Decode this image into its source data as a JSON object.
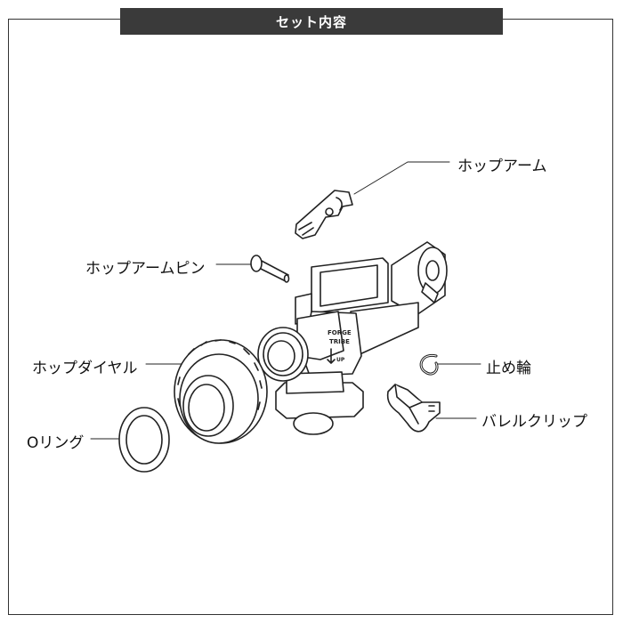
{
  "header": {
    "title": "セット内容"
  },
  "parts": {
    "hop_arm": "ホップアーム",
    "hop_arm_pin": "ホップアームピン",
    "hop_dial": "ホップダイヤル",
    "o_ring": "Oリング",
    "stop_ring": "止め輪",
    "barrel_clip": "バレルクリップ"
  },
  "chamber_marking": {
    "line1": "FORGE",
    "line2": "TRIBE",
    "line3": "UP"
  },
  "colors": {
    "title_bar": "#3a3a3a",
    "line": "#222222"
  }
}
